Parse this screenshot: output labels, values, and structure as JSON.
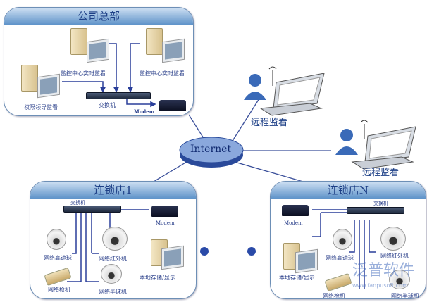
{
  "hq": {
    "title": "公司总部",
    "monitor_center_1": "监控中心实时监看",
    "monitor_center_2": "监控中心实时监看",
    "leader": "权限领导监看",
    "switch": "交换机",
    "modem": "Modem"
  },
  "internet": "Internet",
  "remote": [
    "远程监看",
    "远程监看"
  ],
  "store1": {
    "title": "连锁店1",
    "switch": "交换机",
    "modem": "Modem",
    "speed_dome": "网络高速球",
    "ir_camera": "网络红外机",
    "bullet": "网络枪机",
    "half_dome": "网络半球机",
    "storage": "本地存储/显示"
  },
  "storeN": {
    "title": "连锁店N",
    "switch": "交换机",
    "modem": "Modem",
    "speed_dome": "网络高速球",
    "ir_camera": "网络红外机",
    "bullet": "网络枪机",
    "half_dome": "网络半球机",
    "storage": "本地存储/显示"
  },
  "watermark": {
    "brand": "泛普软件",
    "url": "www.fanpusoft.com"
  },
  "colors": {
    "line": "#2a3f9a",
    "header": "#5f93c9",
    "dot": "#2a4aa8"
  }
}
